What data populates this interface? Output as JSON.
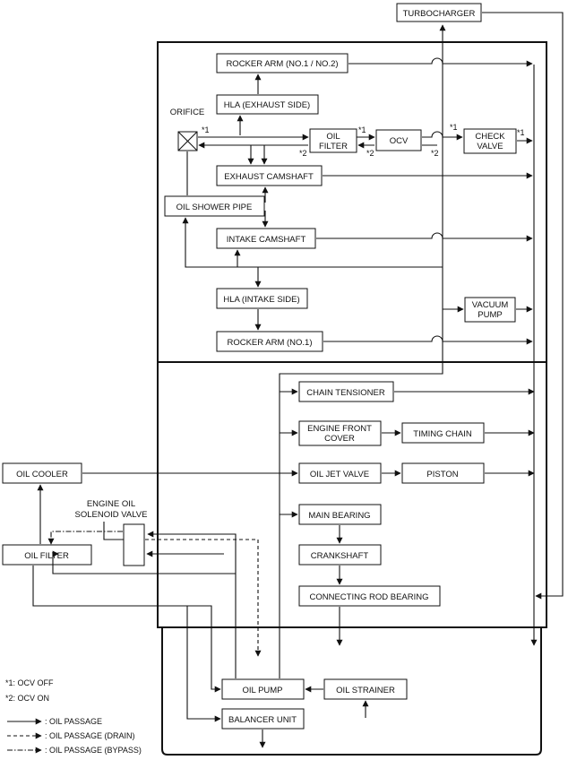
{
  "diagram": {
    "components": {
      "turbocharger": "TURBOCHARGER",
      "rocker_arm_12": "ROCKER ARM (NO.1 / NO.2)",
      "hla_exhaust": "HLA (EXHAUST SIDE)",
      "orifice": "ORIFICE",
      "oil_filter_top_1": "OIL",
      "oil_filter_top_2": "FILTER",
      "ocv": "OCV",
      "check_valve_1": "CHECK",
      "check_valve_2": "VALVE",
      "exhaust_camshaft": "EXHAUST CAMSHAFT",
      "oil_shower_pipe": "OIL SHOWER PIPE",
      "intake_camshaft": "INTAKE CAMSHAFT",
      "hla_intake": "HLA (INTAKE SIDE)",
      "vacuum_pump_1": "VACUUM",
      "vacuum_pump_2": "PUMP",
      "rocker_arm_1": "ROCKER ARM (NO.1)",
      "chain_tensioner": "CHAIN TENSIONER",
      "engine_front_cover_1": "ENGINE FRONT",
      "engine_front_cover_2": "COVER",
      "timing_chain": "TIMING CHAIN",
      "oil_cooler": "OIL COOLER",
      "oil_jet_valve": "OIL JET VALVE",
      "piston": "PISTON",
      "engine_oil_solenoid_1": "ENGINE OIL",
      "engine_oil_solenoid_2": "SOLENOID VALVE",
      "main_bearing": "MAIN BEARING",
      "oil_filter": "OIL FILTER",
      "crankshaft": "CRANKSHAFT",
      "connecting_rod_bearing": "CONNECTING ROD BEARING",
      "oil_pump": "OIL PUMP",
      "oil_strainer": "OIL STRAINER",
      "balancer_unit": "BALANCER UNIT"
    },
    "marks": {
      "ocv_off": "*1",
      "ocv_on": "*2"
    },
    "notes": [
      "*1: OCV OFF",
      "*2: OCV ON"
    ],
    "legend": [
      {
        "style": "solid",
        "label": ": OIL PASSAGE"
      },
      {
        "style": "dashed",
        "label": ": OIL PASSAGE (DRAIN)"
      },
      {
        "style": "dash-dot",
        "label": ": OIL PASSAGE (BYPASS)"
      }
    ]
  }
}
